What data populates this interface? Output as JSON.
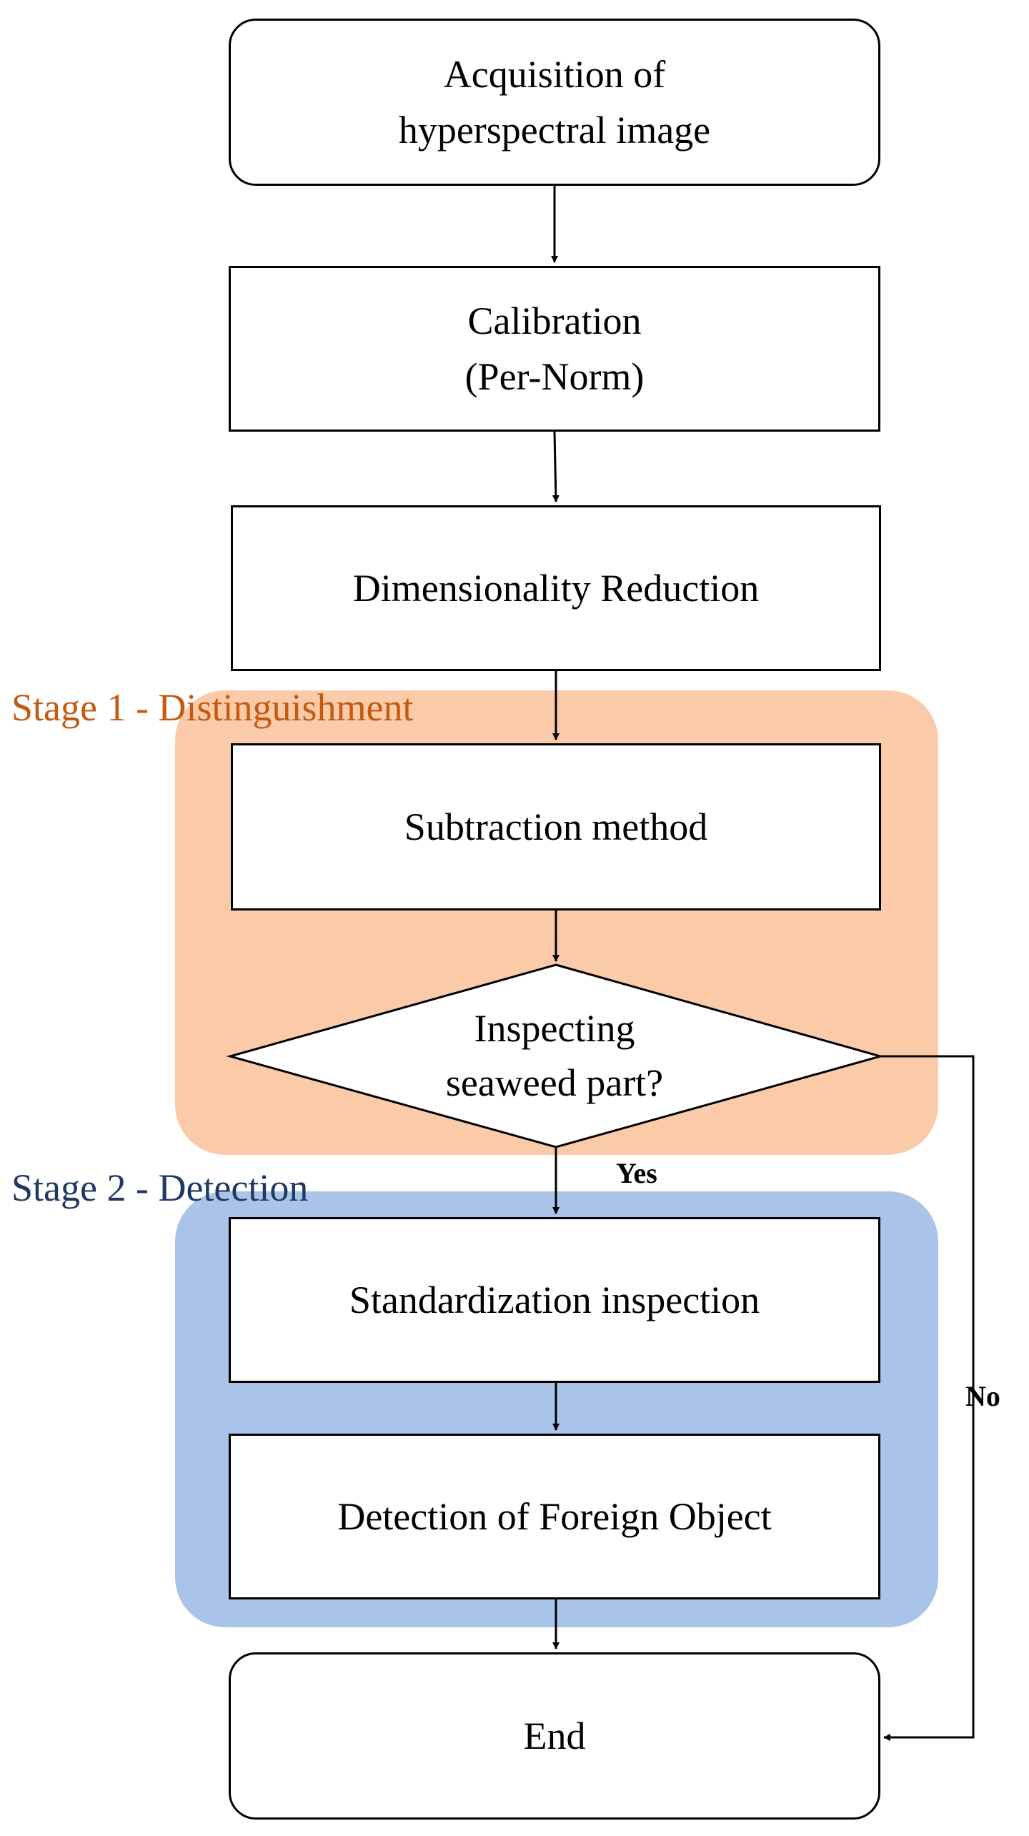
{
  "colors": {
    "stage1_background": "#FBCBA9",
    "stage1_label": "#C45911",
    "stage2_background": "#A9C4E8",
    "stage2_label": "#1F3864",
    "lines": "#000000"
  },
  "stages": {
    "stage1": {
      "label": "Stage 1 - Distinguishment"
    },
    "stage2": {
      "label": "Stage 2 - Detection"
    }
  },
  "nodes": {
    "acquisition": {
      "line1": "Acquisition of",
      "line2": "hyperspectral image"
    },
    "calibration": {
      "line1": "Calibration",
      "line2": "(Per-Norm)"
    },
    "dimensionality_reduction": {
      "text": "Dimensionality Reduction"
    },
    "subtraction": {
      "text": "Subtraction method"
    },
    "decision": {
      "line1": "Inspecting",
      "line2": "seaweed part?"
    },
    "standardization": {
      "text": "Standardization inspection"
    },
    "foreign_object": {
      "text": "Detection of Foreign Object"
    },
    "end": {
      "text": "End"
    }
  },
  "edges": {
    "yes_label": "Yes",
    "no_label": "No"
  }
}
